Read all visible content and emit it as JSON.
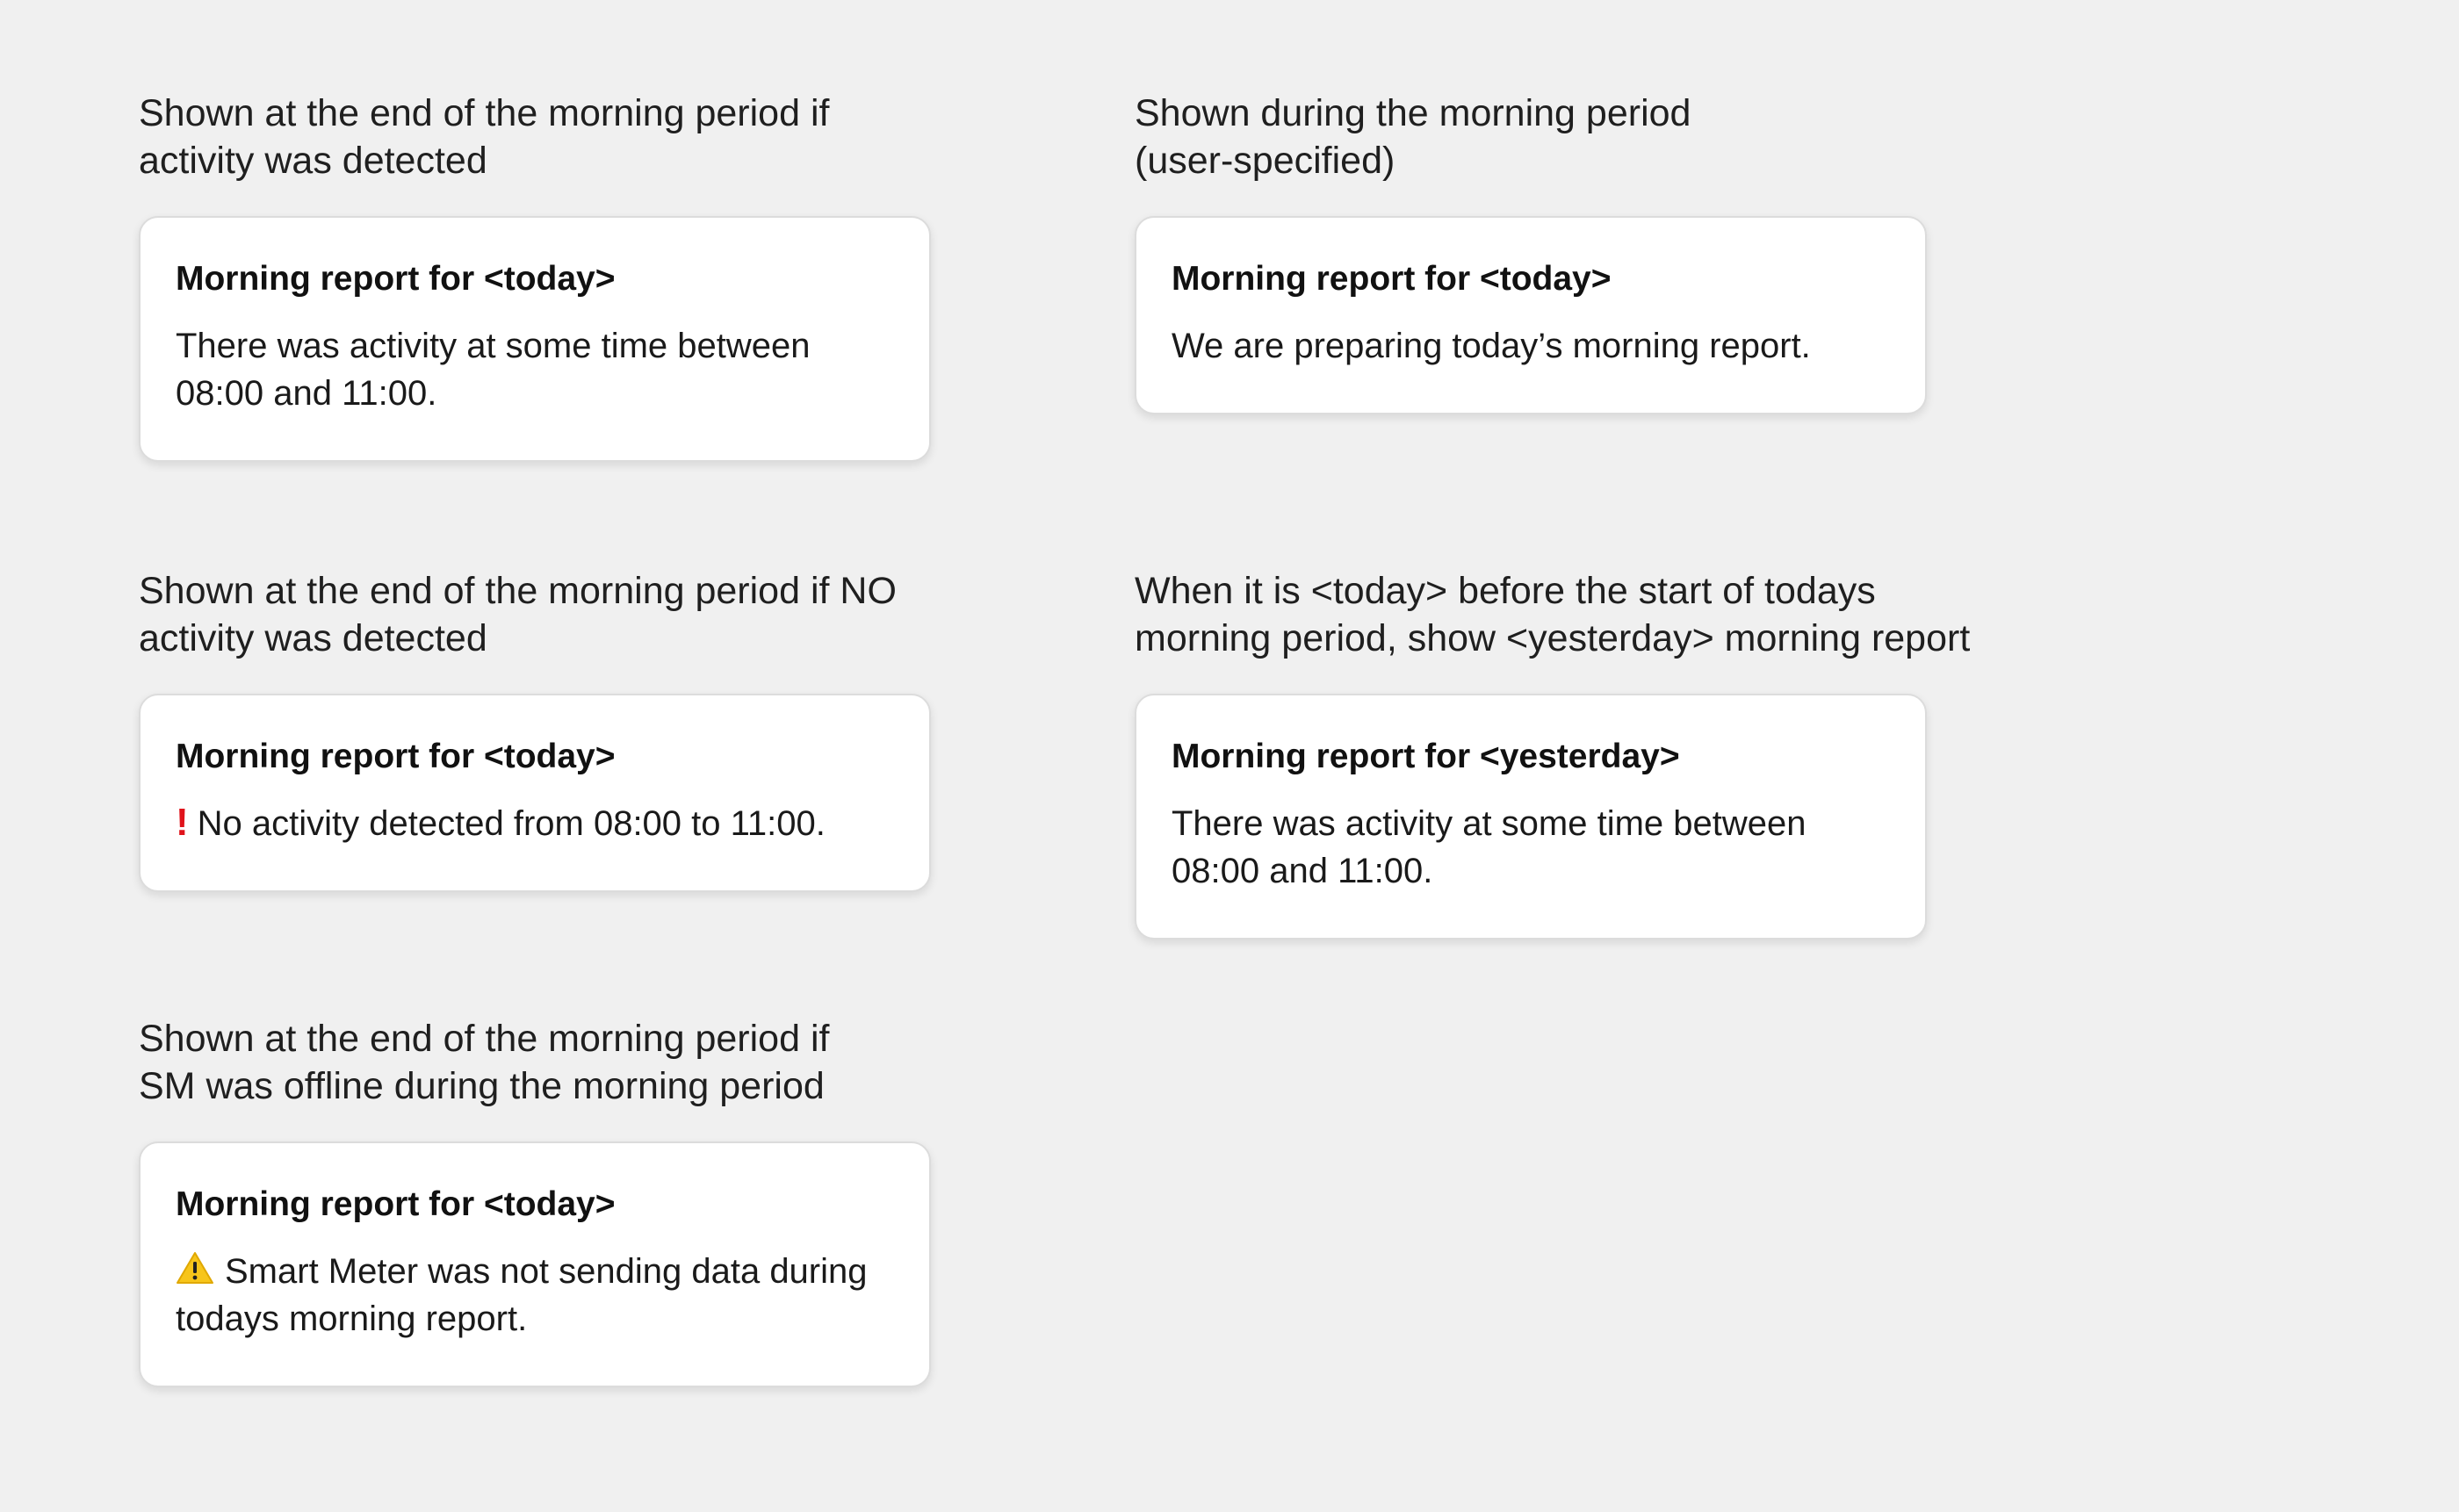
{
  "colors": {
    "background": "#f0f0f0",
    "card": "#ffffff",
    "alert_red": "#e0131b",
    "warning_yellow": "#f7c51a"
  },
  "blocks": [
    {
      "caption": "Shown at the end of the morning period if\nactivity was detected",
      "card_title": "Morning report for <today>",
      "card_body": "There was activity at some time between\n08:00 and 11:00."
    },
    {
      "caption": "Shown during the morning period\n(user-specified)",
      "card_title": "Morning report for <today>",
      "card_body": "We are preparing today’s morning report."
    },
    {
      "caption": "Shown at the end of the morning period if NO\nactivity was detected",
      "card_title": "Morning report for <today>",
      "icon": "exclamation-icon",
      "card_body": "No activity detected from 08:00 to 11:00."
    },
    {
      "caption": "When it is <today> before the start of todays\nmorning period, show <yesterday> morning report",
      "card_title": "Morning report for <yesterday>",
      "card_body": "There was activity at some time between\n08:00 and 11:00."
    },
    {
      "caption": "Shown at the end of the morning period if\nSM was offline during the morning period",
      "card_title": "Morning report for <today>",
      "icon": "warning-icon",
      "card_body": "Smart Meter was not sending data during\ntodays morning report."
    }
  ]
}
